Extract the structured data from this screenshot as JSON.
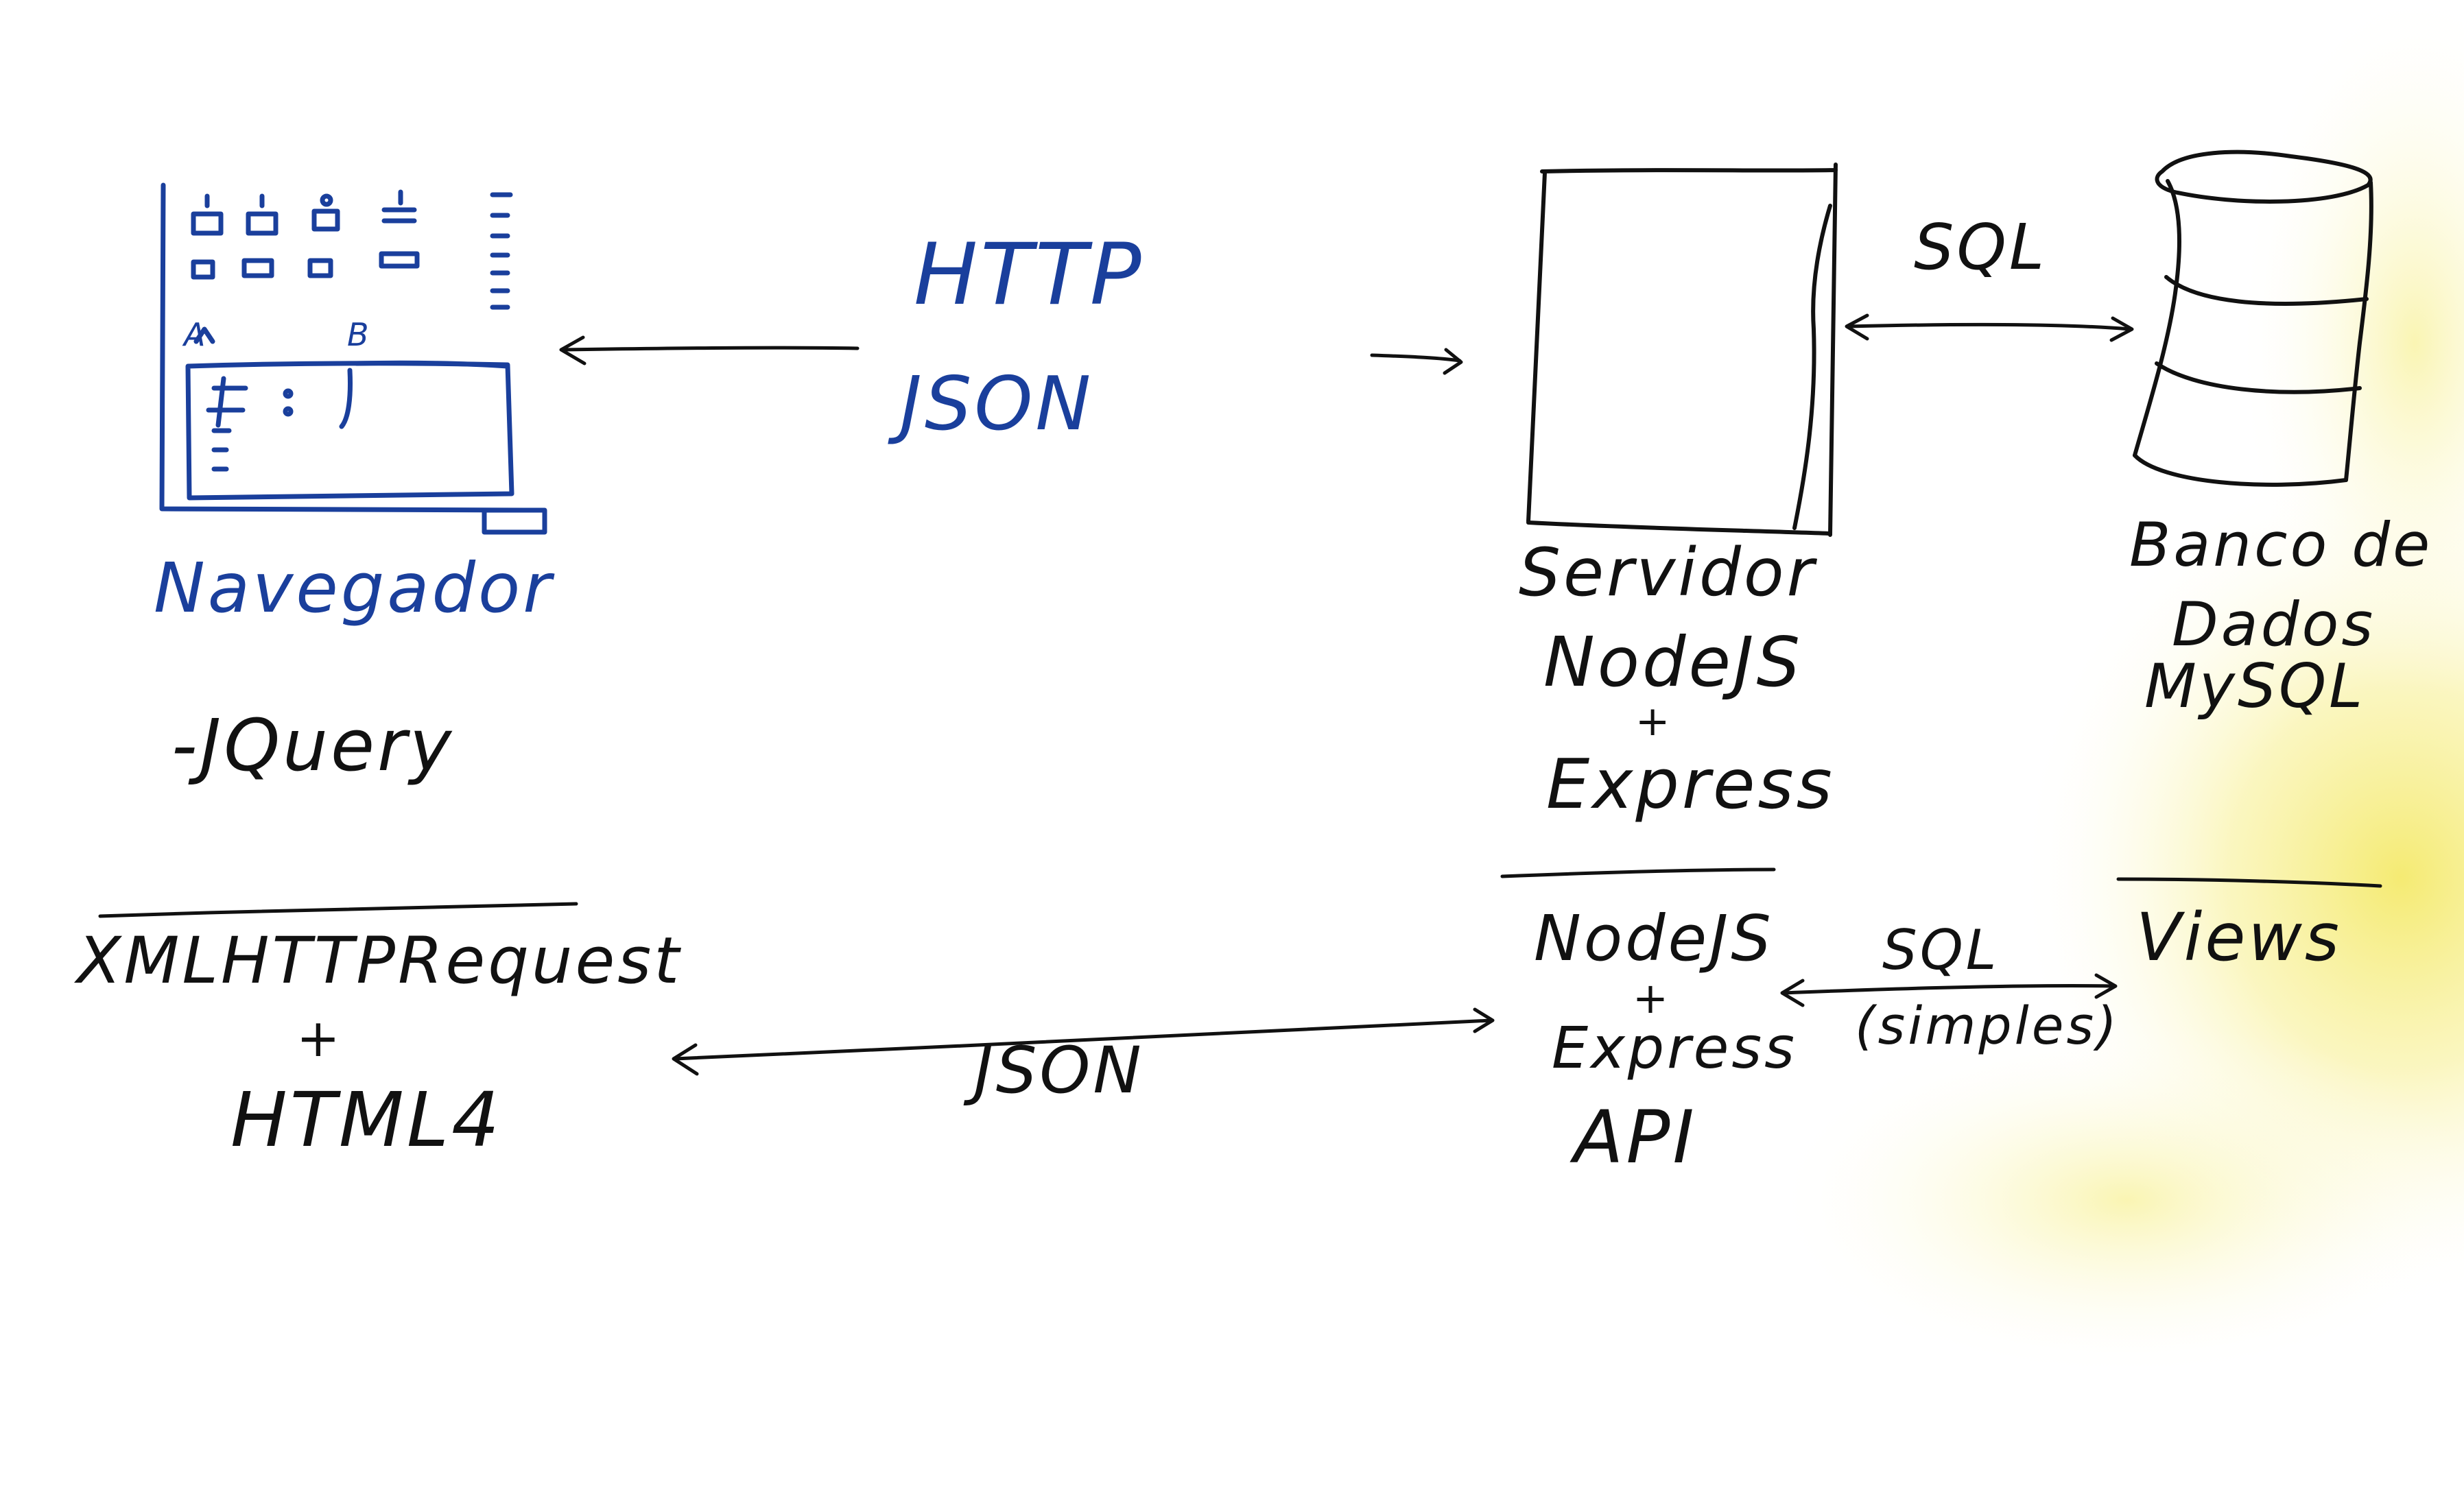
{
  "diagram": {
    "browser": {
      "tab_a": "A",
      "tab_b": "B",
      "label": "Navegador",
      "library": "-JQuery"
    },
    "connection_top": {
      "protocol": "HTTP",
      "format": "JSON"
    },
    "server": {
      "line1": "Servidor",
      "line2": "NodeJS",
      "line3": "+",
      "line4": "Express"
    },
    "database_link_top": {
      "label": "SQL"
    },
    "database": {
      "line1": "Banco de",
      "line2": "Dados",
      "line3": "MySQL"
    },
    "client_bottom": {
      "line1": "XMLHTTPRequest",
      "line2": "+",
      "line3": "HTML4"
    },
    "connection_bottom": {
      "format": "JSON"
    },
    "api": {
      "line1": "NodeJS",
      "line2": "+",
      "line3": "Express",
      "line4": "API"
    },
    "database_link_bottom": {
      "line1": "SQL",
      "line2": "(simples)"
    },
    "views": {
      "label": "Views"
    }
  },
  "colors": {
    "blue_ink": "#1a3f9c",
    "black_ink": "#111111",
    "highlight": "#f5ec6a"
  }
}
